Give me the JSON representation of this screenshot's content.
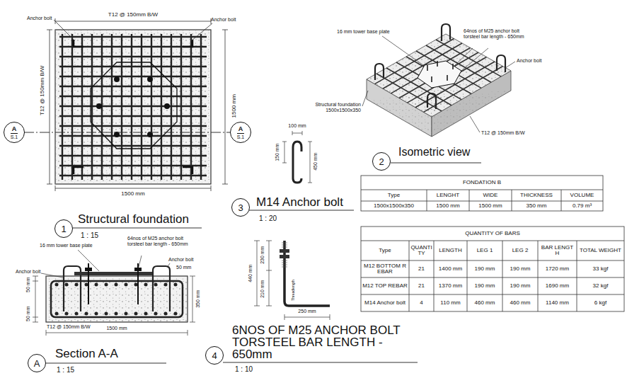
{
  "diagram": {
    "nodes": [
      {
        "text": [
          "A",
          "S.1"
        ]
      },
      {
        "text": [
          "A",
          "S.1"
        ]
      },
      {
        "text": [
          "1"
        ]
      },
      {
        "text": [
          "2"
        ]
      },
      {
        "text": [
          "3"
        ]
      },
      {
        "text": [
          "A"
        ]
      },
      {
        "text": [
          "4"
        ]
      }
    ],
    "labels": [
      "T12 @ 150mm B/W",
      "Anchor bolt",
      "Anchor bolt",
      "T12 @ 150mm B/W",
      "1500 mm",
      "1500 mm",
      "Structural foundation",
      "1 : 15",
      "16 mm tower base plate",
      "64nos of M25 anchor bolt torsteel bar length - 650mm",
      "Anchor bolt",
      "Structural foundation 1500x1500x350",
      "T12 @ 150mm B/W",
      "Isometric view",
      "100 mm",
      "150 mm",
      "450 mm",
      "M14 Anchor bolt",
      "1 : 20",
      "FONDATION B",
      "Type",
      "LENGHT",
      "WIDE",
      "THICKNESS",
      "VOLUME",
      "1500x1500x350",
      "1500 mm",
      "1500 mm",
      "350 mm",
      "0.79 m³",
      "QUANTITY OF BARS",
      "Type",
      "QUANTITY",
      "LENGTH",
      "LEG 1",
      "LEG 2",
      "BAR LENGTH",
      "TOTAL WEIGHT",
      "M12 BOTTOM REBAR",
      "21",
      "1400 mm",
      "190 mm",
      "190 mm",
      "1720 mm",
      "33 kgf",
      "M12 TOP REBAR",
      "21",
      "1370 mm",
      "190 mm",
      "190 mm",
      "1690 mm",
      "32 kgf",
      "M14 Anchor bolt",
      "4",
      "110 mm",
      "460 mm",
      "460 mm",
      "1140 mm",
      "6 kgf",
      "16 mm tower base plate",
      "64nos of M25 anchor bolt torsteel bar length - 650mm",
      "Anchor bolt",
      "Anchor bolt",
      "50 mm",
      "50 mm",
      "50 mm",
      "350 mm",
      "T12 @ 150mm B/W",
      "1500 mm",
      "Section A-A",
      "1 : 15",
      "230 mm",
      "440 mm",
      "210 mm",
      "Threadlength",
      "250 mm",
      "6NOS OF M25 ANCHOR BOLT TORSTEEL BAR LENGTH - 650mm",
      "1 : 10"
    ]
  }
}
